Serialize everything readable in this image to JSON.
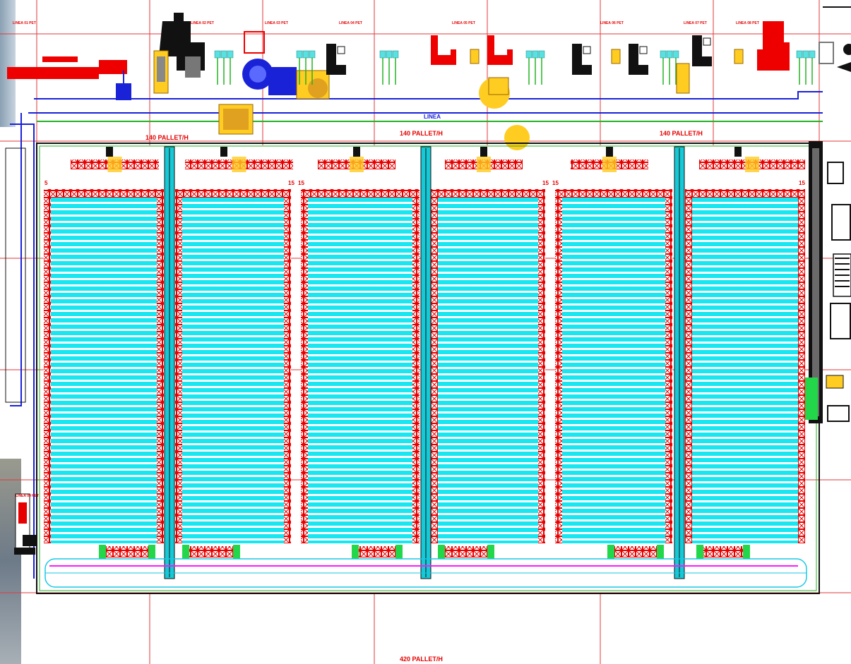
{
  "drawing": {
    "throughput_labels": {
      "left": "140 PALLET/H",
      "middle": "140 PALLET/H",
      "right": "140 PALLET/H",
      "bottom": "420 PALLET/H"
    },
    "line_labels": [
      "LINEA 01 PET",
      "LINEA 02 PET",
      "LINEA 03 PET",
      "LINEA 04 PET",
      "LINEA 05 PET",
      "LINEA 06 PET",
      "LINEA 07 PET",
      "LINEA 08 PET",
      "LINEA 09 PET"
    ],
    "aisle_numbers": [
      "15",
      "15",
      "15",
      "15"
    ],
    "side_numbers": [
      "5",
      "15"
    ],
    "conveyor_label": "LINEA",
    "colors": {
      "rack_lane": "#18e6f0",
      "rack_frame": "#e60000",
      "aisle": "#15c9d6",
      "grid": "#e23a3a",
      "conveyor_blue": "#1a22d8",
      "conveyor_green": "#22b222",
      "magenta": "#ff18ff",
      "machine_red": "#ee0000",
      "machine_yellow": "#ffcc22",
      "machine_black": "#111111"
    }
  }
}
